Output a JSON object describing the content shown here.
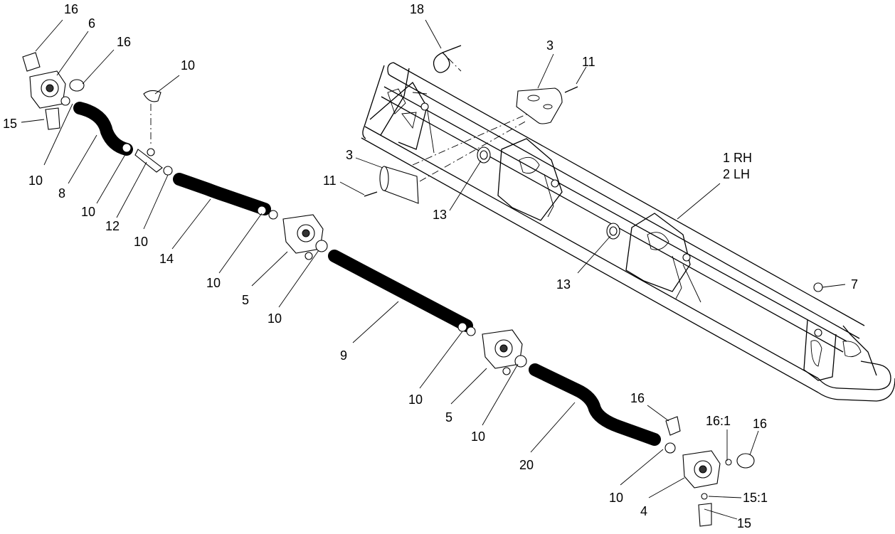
{
  "callouts": [
    {
      "id": "c-16-a",
      "text": "16"
    },
    {
      "id": "c-6",
      "text": "6"
    },
    {
      "id": "c-16-b",
      "text": "16"
    },
    {
      "id": "c-15-a",
      "text": "15"
    },
    {
      "id": "c-10-a",
      "text": "10"
    },
    {
      "id": "c-10-b",
      "text": "10"
    },
    {
      "id": "c-8",
      "text": "8"
    },
    {
      "id": "c-10-c",
      "text": "10"
    },
    {
      "id": "c-12",
      "text": "12"
    },
    {
      "id": "c-10-d",
      "text": "10"
    },
    {
      "id": "c-14",
      "text": "14"
    },
    {
      "id": "c-10-e",
      "text": "10"
    },
    {
      "id": "c-5-a",
      "text": "5"
    },
    {
      "id": "c-10-f",
      "text": "10"
    },
    {
      "id": "c-9",
      "text": "9"
    },
    {
      "id": "c-10-g",
      "text": "10"
    },
    {
      "id": "c-5-b",
      "text": "5"
    },
    {
      "id": "c-10-h",
      "text": "10"
    },
    {
      "id": "c-20",
      "text": "20"
    },
    {
      "id": "c-10-i",
      "text": "10"
    },
    {
      "id": "c-4",
      "text": "4"
    },
    {
      "id": "c-15-b",
      "text": "15"
    },
    {
      "id": "c-15-1",
      "text": "15:1"
    },
    {
      "id": "c-16-1",
      "text": "16:1"
    },
    {
      "id": "c-16-c",
      "text": "16"
    },
    {
      "id": "c-16-d",
      "text": "16"
    },
    {
      "id": "c-18",
      "text": "18"
    },
    {
      "id": "c-3-a",
      "text": "3"
    },
    {
      "id": "c-11-a",
      "text": "11"
    },
    {
      "id": "c-3-b",
      "text": "3"
    },
    {
      "id": "c-11-b",
      "text": "11"
    },
    {
      "id": "c-13-a",
      "text": "13"
    },
    {
      "id": "c-13-b",
      "text": "13"
    },
    {
      "id": "c-1",
      "text": "1 RH"
    },
    {
      "id": "c-2",
      "text": "2 LH"
    },
    {
      "id": "c-7",
      "text": "7"
    }
  ]
}
